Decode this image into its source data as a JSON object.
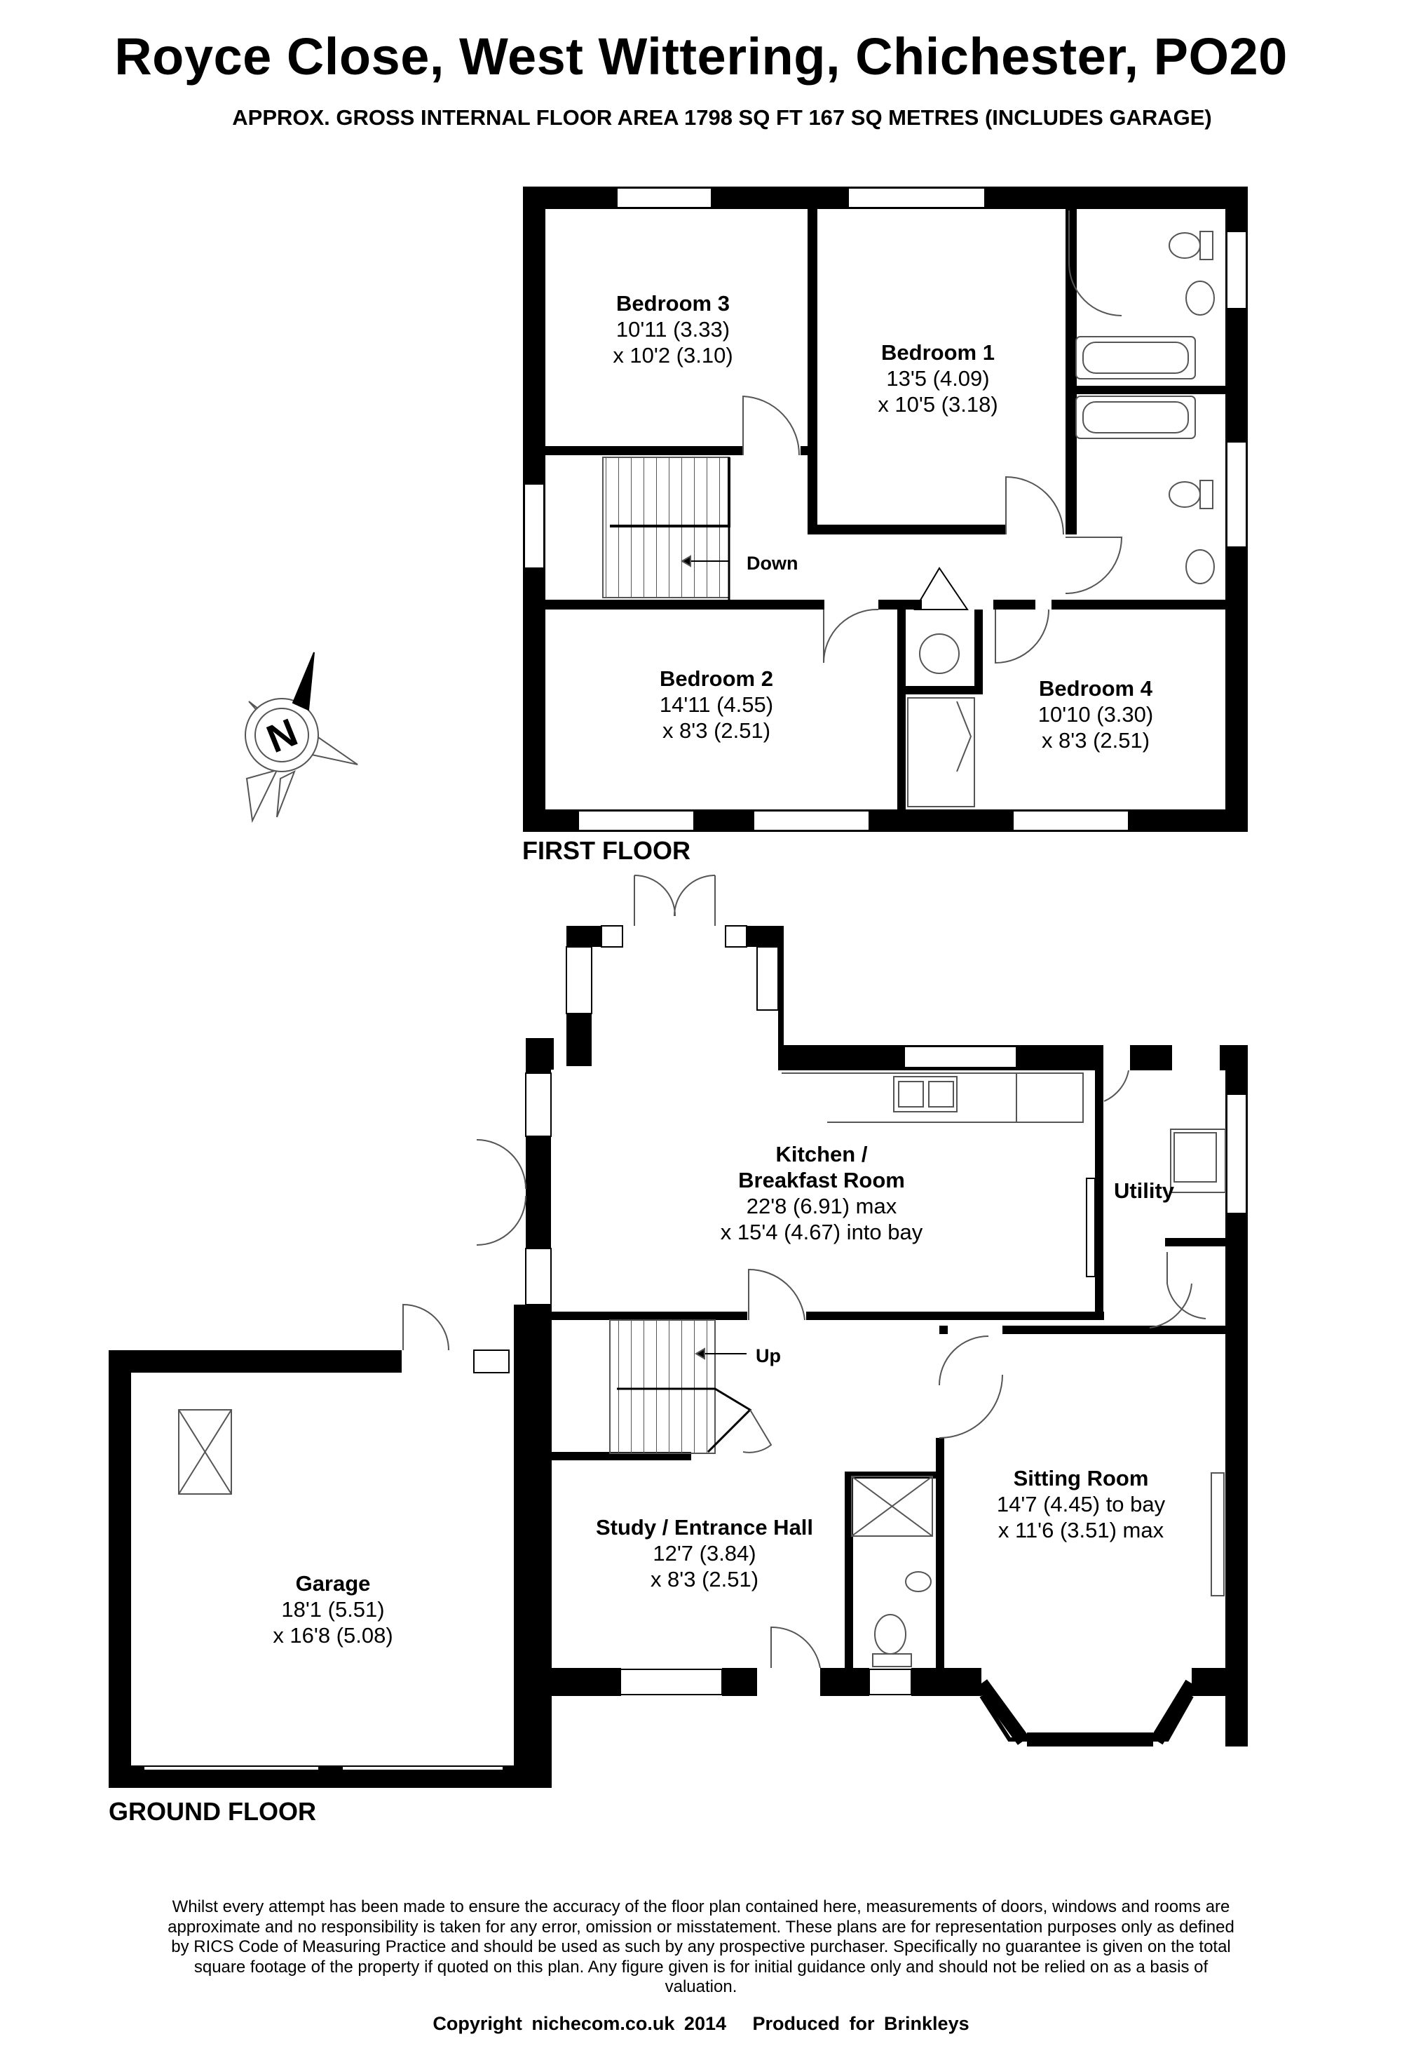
{
  "header": {
    "title": "Royce Close, West Wittering, Chichester, PO20",
    "subtitle": "APPROX. GROSS INTERNAL FLOOR AREA 1798 SQ FT 167 SQ METRES (INCLUDES GARAGE)"
  },
  "compass": {
    "label": "N"
  },
  "floors": {
    "first": {
      "label": "FIRST FLOOR",
      "stairs_label": "Down",
      "rooms": {
        "bedroom3": {
          "name": "Bedroom 3",
          "dim1": "10'11 (3.33)",
          "dim2": "x 10'2 (3.10)"
        },
        "bedroom1": {
          "name": "Bedroom 1",
          "dim1": "13'5 (4.09)",
          "dim2": "x 10'5 (3.18)"
        },
        "bedroom2": {
          "name": "Bedroom 2",
          "dim1": "14'11 (4.55)",
          "dim2": "x 8'3 (2.51)"
        },
        "bedroom4": {
          "name": "Bedroom 4",
          "dim1": "10'10 (3.30)",
          "dim2": "x 8'3 (2.51)"
        }
      }
    },
    "ground": {
      "label": "GROUND FLOOR",
      "stairs_label": "Up",
      "rooms": {
        "kitchen": {
          "name1": "Kitchen /",
          "name2": "Breakfast Room",
          "dim1": "22'8 (6.91) max",
          "dim2": "x 15'4 (4.67) into bay"
        },
        "utility": {
          "name": "Utility"
        },
        "sitting": {
          "name": "Sitting Room",
          "dim1": "14'7 (4.45) to bay",
          "dim2": "x 11'6 (3.51) max"
        },
        "study": {
          "name": "Study / Entrance Hall",
          "dim1": "12'7 (3.84)",
          "dim2": "x 8'3 (2.51)"
        },
        "garage": {
          "name": "Garage",
          "dim1": "18'1 (5.51)",
          "dim2": "x 16'8 (5.08)"
        }
      }
    }
  },
  "disclaimer": "Whilst every attempt has been made to ensure the accuracy of the floor plan contained here, measurements of doors, windows and rooms are approximate and no responsibility is taken for any error, omission or misstatement. These plans are for representation purposes only as defined by RICS Code of Measuring Practice and should be used as such by any prospective purchaser. Specifically no guarantee is given on the total square footage of the property if quoted on this plan. Any figure given is for initial guidance only and should not be relied on as a basis of valuation.",
  "footer": {
    "copyright": "Copyright nichecom.co.uk 2014",
    "produced": "Produced for Brinkleys"
  },
  "colors": {
    "wall": "#000000",
    "background": "#ffffff",
    "fixture_line": "#555555"
  }
}
